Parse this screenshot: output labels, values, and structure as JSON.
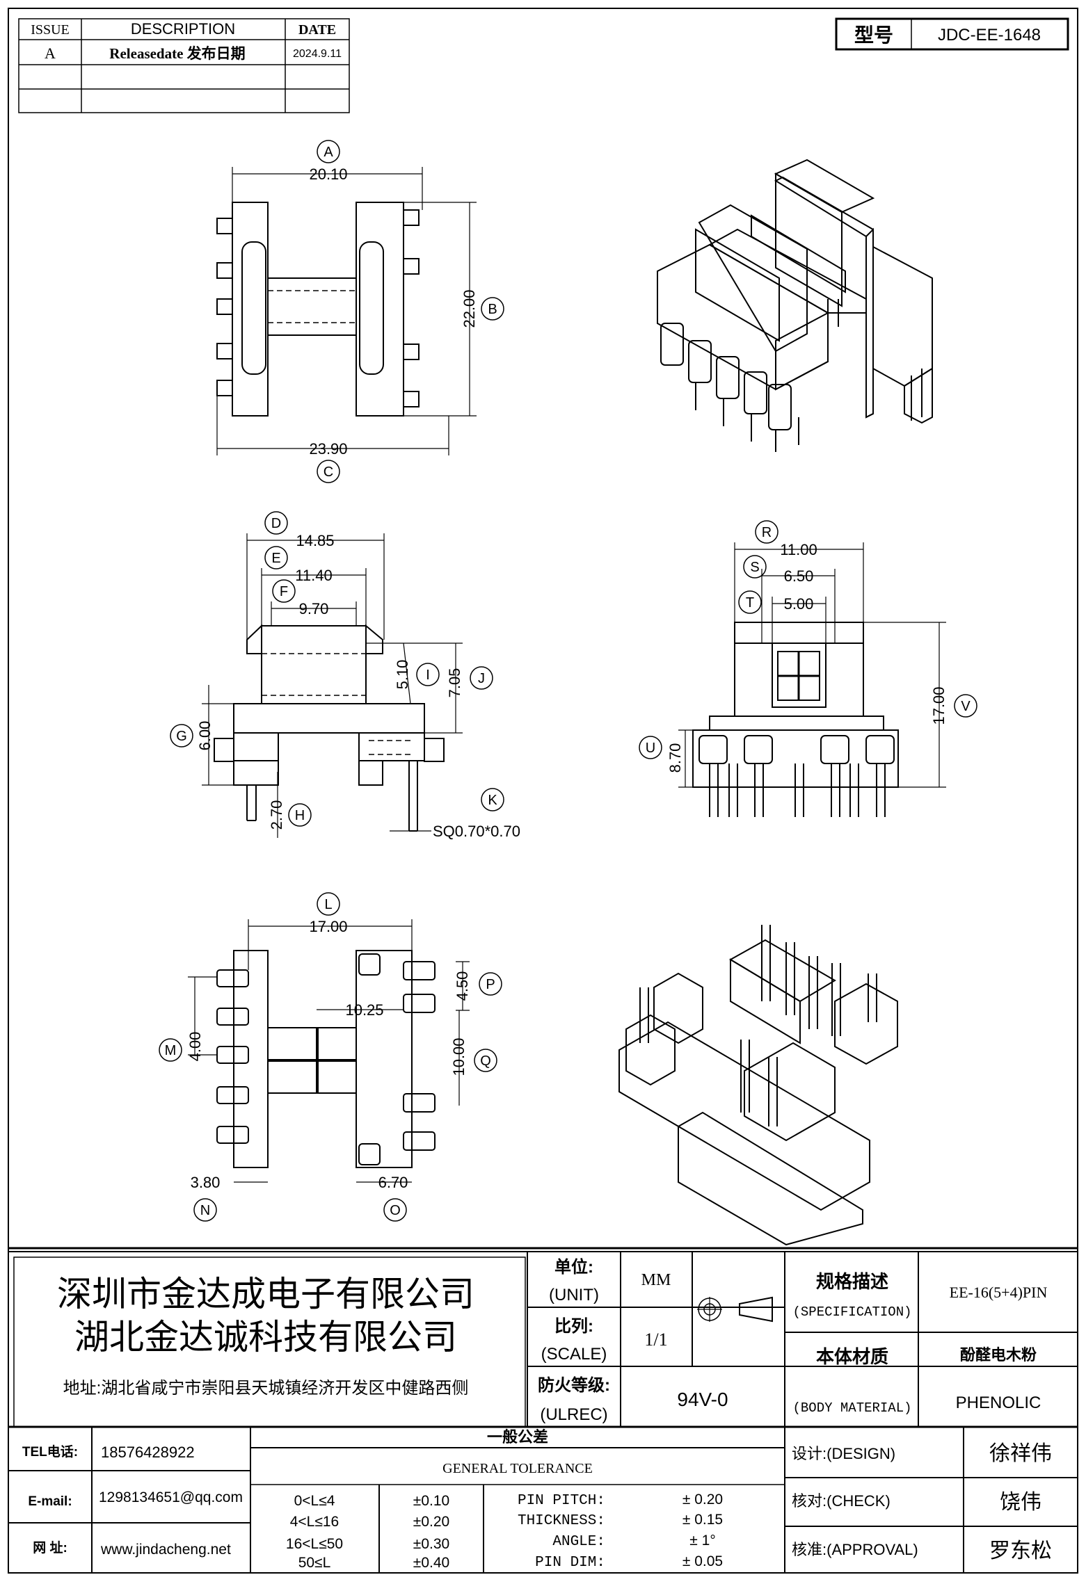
{
  "revision_table": {
    "headers": {
      "issue": "ISSUE",
      "description": "DESCRIPTION",
      "date": "DATE"
    },
    "rows": [
      {
        "issue": "A",
        "description": "Releasedate 发布日期",
        "date": "2024.9.11"
      },
      {
        "issue": "",
        "description": "",
        "date": ""
      },
      {
        "issue": "",
        "description": "",
        "date": ""
      }
    ]
  },
  "model_box": {
    "label": "型号",
    "value": "JDC-EE-1648"
  },
  "dimensions": {
    "top_view": {
      "A": "20.10",
      "B": "22.00",
      "C": "23.90"
    },
    "side_view": {
      "D": "14.85",
      "E": "11.40",
      "F": "9.70",
      "G": "6.00",
      "H": "2.70",
      "I": "5.10",
      "J": "7.05",
      "K": "SQ0.70*0.70"
    },
    "front_view": {
      "R": "11.00",
      "S": "6.50",
      "T": "5.00",
      "U": "8.70",
      "V": "17.00"
    },
    "bottom_view": {
      "L": "17.00",
      "M": "4.00",
      "N": "3.80",
      "O": "6.70",
      "P": "4.50",
      "Q": "10.00",
      "center": "10.25"
    }
  },
  "company": {
    "name_line1": "深圳市金达成电子有限公司",
    "name_line2": "湖北金达诚科技有限公司",
    "address": "地址:湖北省咸宁市崇阳县天城镇经济开发区中健路西侧"
  },
  "title_block": {
    "unit_label": "单位:",
    "unit_label_en": "(UNIT)",
    "unit_value": "MM",
    "scale_label": "比列:",
    "scale_label_en": "(SCALE)",
    "scale_value": "1/1",
    "flame_label": "防火等级:",
    "flame_label_en": "(ULREC)",
    "flame_value": "94V-0",
    "spec_label": "规格描述",
    "spec_label_en": "(SPECIFICATION)",
    "spec_value": "EE-16(5+4)PIN",
    "material_label": "本体材质",
    "material_label_en": "(BODY MATERIAL)",
    "material_value_cn": "酚醛电木粉",
    "material_value_en": "PHENOLIC"
  },
  "contact": {
    "tel_label": "TEL电话:",
    "tel_value": "18576428922",
    "email_label": "E-mail:",
    "email_value": "1298134651@qq.com",
    "web_label": "网    址:",
    "web_value": "www.jindacheng.net"
  },
  "tolerance": {
    "title_cn": "一般公差",
    "title_en": "GENERAL TOLERANCE",
    "ranges": [
      {
        "range": "0<L≤4",
        "tol": "±0.10"
      },
      {
        "range": "4<L≤16",
        "tol": "±0.20"
      },
      {
        "range": "16<L≤50",
        "tol": "±0.30"
      },
      {
        "range": "50≤L",
        "tol": "±0.40"
      }
    ],
    "pin_specs": [
      {
        "label": "PIN PITCH:",
        "value": "± 0.20"
      },
      {
        "label": "THICKNESS:",
        "value": "± 0.15"
      },
      {
        "label": "ANGLE:",
        "value": "± 1°"
      },
      {
        "label": "PIN DIM:",
        "value": "± 0.05"
      }
    ]
  },
  "approvals": [
    {
      "label": "设计:(DESIGN)",
      "name": "徐祥伟"
    },
    {
      "label": "核对:(CHECK)",
      "name": "饶伟"
    },
    {
      "label": "核准:(APPROVAL)",
      "name": "罗东松"
    }
  ]
}
